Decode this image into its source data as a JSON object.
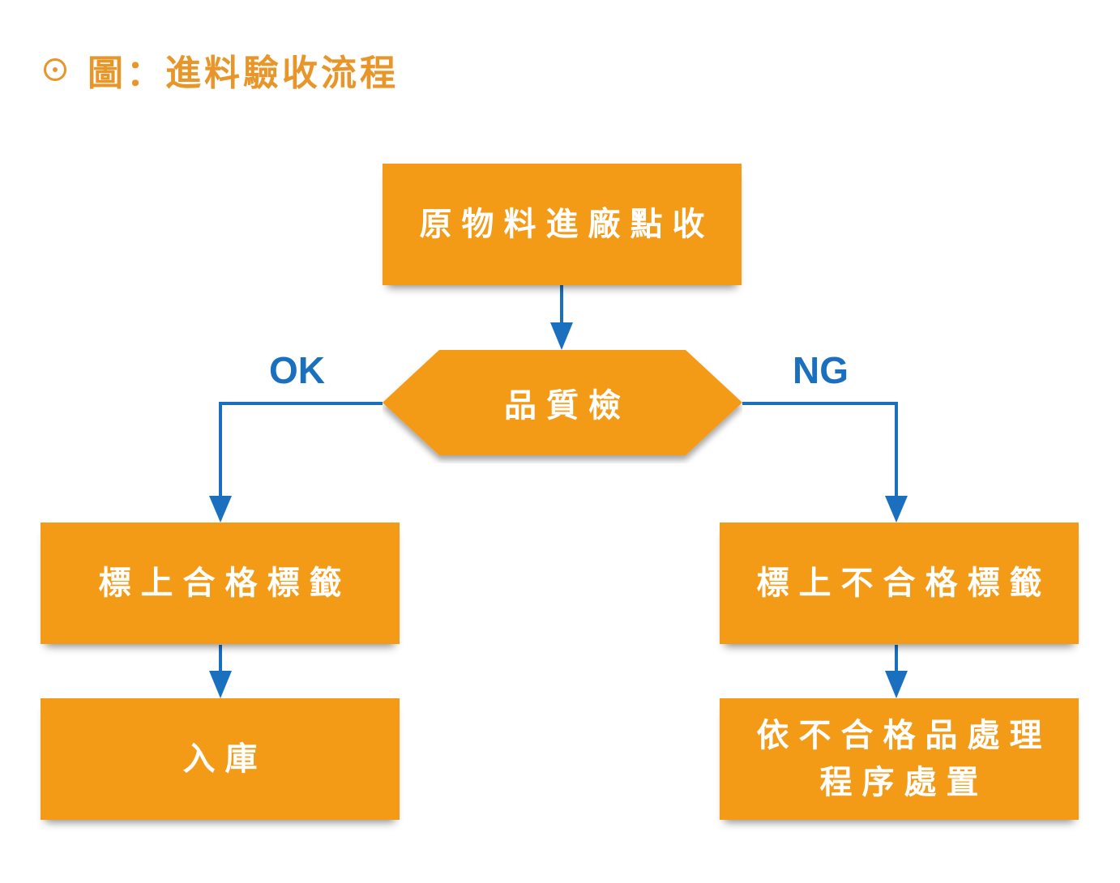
{
  "title": "圖：進料驗收流程",
  "colors": {
    "title": "#e8962a",
    "node_fill": "#f39a17",
    "node_text": "#ffffff",
    "connector": "#1a6fbf"
  },
  "title_icon": "circled-dot-icon",
  "nodes": {
    "start": "原物料進廠點收",
    "decision": "品質檢",
    "ok_step": "標上合格標籤",
    "ok_end": "入庫",
    "ng_step": "標上不合格標籤",
    "ng_end_line1": "依不合格品處理",
    "ng_end_line2": "程序處置"
  },
  "branches": {
    "ok": "OK",
    "ng": "NG"
  }
}
